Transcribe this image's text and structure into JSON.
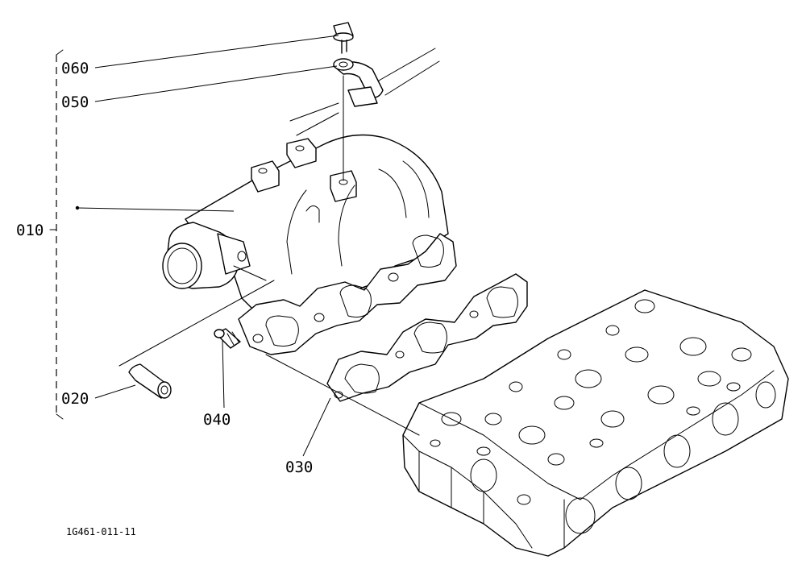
{
  "labels": {
    "p060": "060",
    "p050": "050",
    "p010": "010",
    "p020": "020",
    "p040": "040",
    "p030": "030"
  },
  "drawing_ref": "1G461-011-11"
}
